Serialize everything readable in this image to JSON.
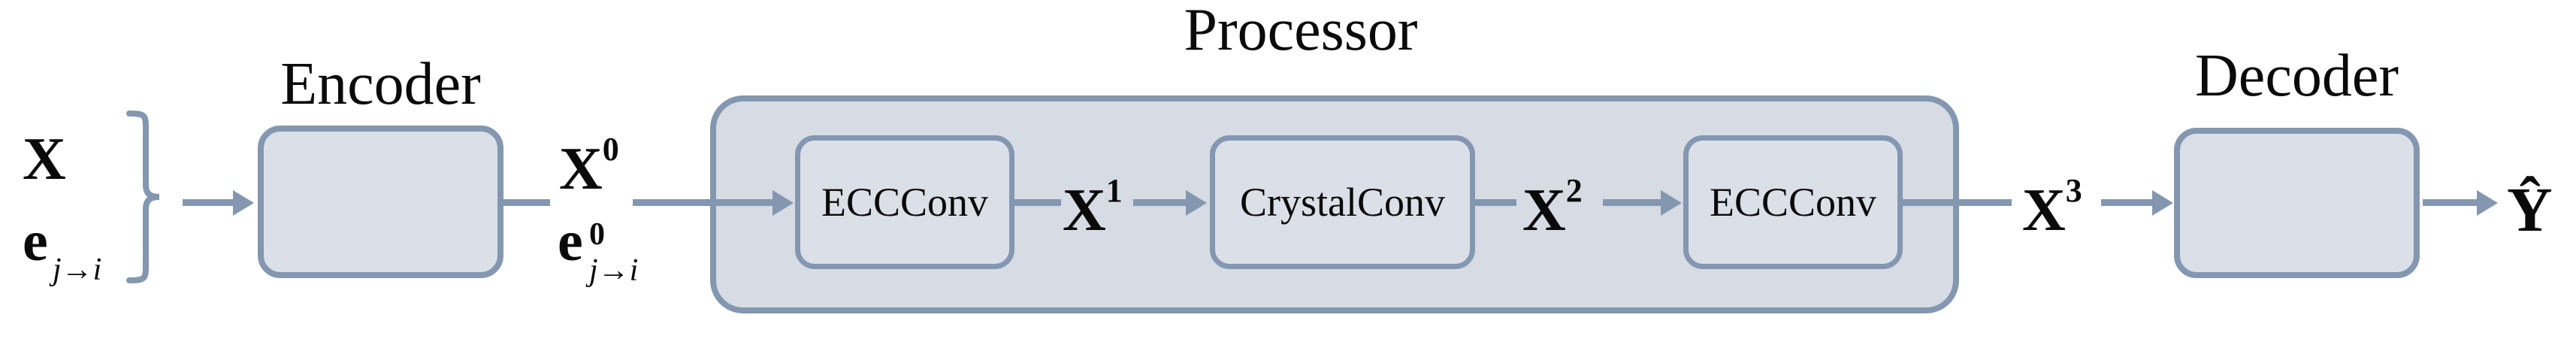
{
  "figure": {
    "input": {
      "node_label": "X",
      "edge_label": {
        "base": "e",
        "sub": "j→i"
      },
      "brace_glyph": "}"
    },
    "encoder": {
      "title": "Encoder"
    },
    "latent_input": {
      "node": {
        "base": "X",
        "sup": "0"
      },
      "edge": {
        "base": "e",
        "sup": "0",
        "sub": "j→i"
      }
    },
    "processor": {
      "title": "Processor",
      "blocks": [
        {
          "label": "ECCConv"
        },
        {
          "label": "CrystalConv"
        },
        {
          "label": "ECCConv"
        }
      ],
      "intermediates": [
        {
          "base": "X",
          "sup": "1"
        },
        {
          "base": "X",
          "sup": "2"
        }
      ]
    },
    "processed": {
      "base": "X",
      "sup": "3"
    },
    "decoder": {
      "title": "Decoder"
    },
    "output": {
      "label": "Ŷ"
    }
  },
  "colors": {
    "stroke": "#8497b0",
    "processor_fill": "#d6dbe4",
    "block_fill": "#dbdfe8",
    "text": "#0a0a0a",
    "background": "#ffffff"
  }
}
